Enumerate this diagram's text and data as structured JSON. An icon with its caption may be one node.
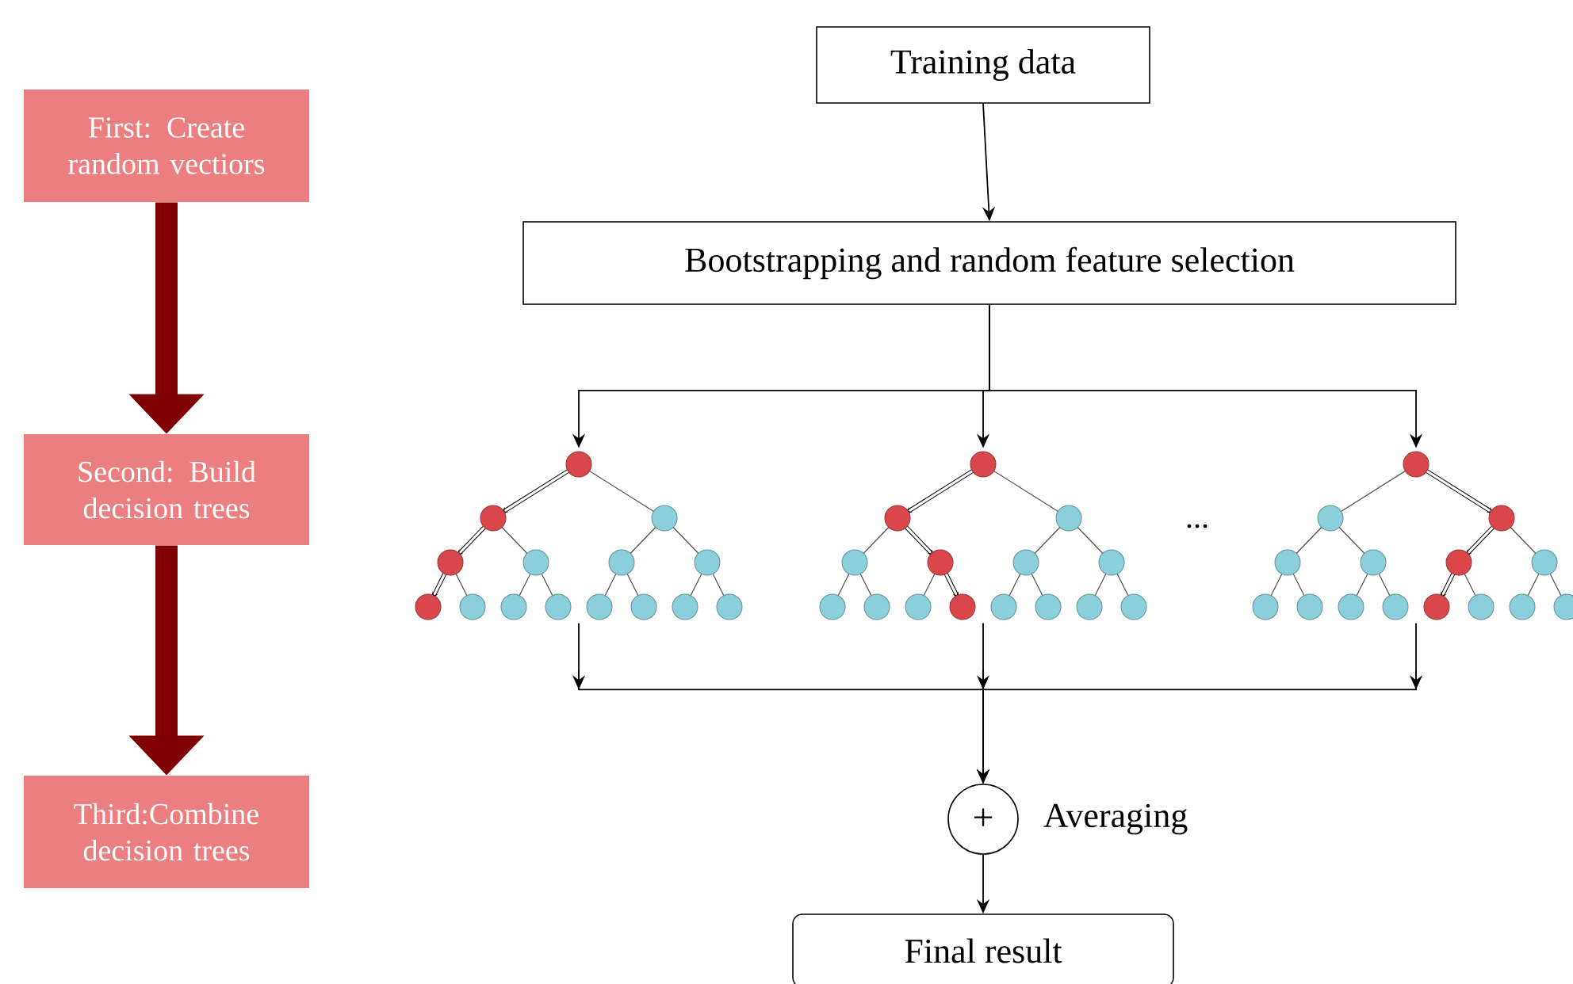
{
  "diagram": {
    "nodes": [
      {
        "text": [
          "First: Create random vectiors"
        ]
      },
      {
        "text": [
          "Second: Build decision trees"
        ]
      },
      {
        "text": [
          "Third:Combine decision trees"
        ]
      },
      {
        "text": [
          "Training data"
        ]
      },
      {
        "text": [
          "Bootstrapping and random feature selection"
        ]
      },
      {
        "text": [],
        "shape": "picture"
      },
      {
        "text": [],
        "shape": "picture"
      },
      {
        "text": [],
        "shape": "picture"
      },
      {
        "text": [
          "+"
        ],
        "beside": [
          "Averaging"
        ]
      },
      {
        "text": [
          "Final result"
        ]
      }
    ],
    "edges": [
      {
        "from": 0,
        "to": 1,
        "arrow": "to",
        "style": "thick",
        "color": "#7f0000"
      },
      {
        "from": 1,
        "to": 2,
        "arrow": "to",
        "style": "thick",
        "color": "#7f0000"
      },
      {
        "from": 3,
        "to": 4,
        "arrow": "to"
      },
      {
        "from": 4,
        "to": 5,
        "arrow": "to"
      },
      {
        "from": 4,
        "to": 6,
        "arrow": "to"
      },
      {
        "from": 4,
        "to": 7,
        "arrow": "to"
      },
      {
        "from": 5,
        "to": 8,
        "arrow": "to"
      },
      {
        "from": 6,
        "to": 8,
        "arrow": "to"
      },
      {
        "from": 7,
        "to": 8,
        "arrow": "to"
      },
      {
        "from": 8,
        "to": 9,
        "arrow": "to"
      }
    ],
    "labels": [
      "..."
    ]
  }
}
